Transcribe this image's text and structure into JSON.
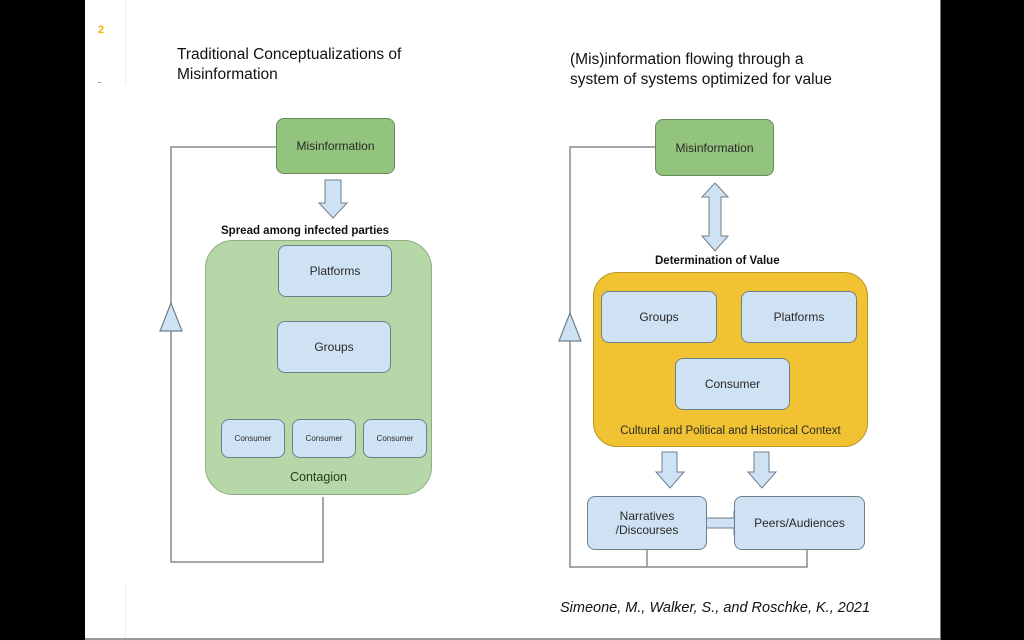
{
  "slide": {
    "number": "2",
    "citation": "Simeone, M., Walker, S., and Roschke, K., 2021"
  },
  "left_diagram": {
    "title_line1": "Traditional Conceptualizations of",
    "title_line2": "Misinformation",
    "source_node": "Misinformation",
    "spread_label": "Spread among  infected parties",
    "container_label": "Contagion",
    "nodes": {
      "platforms": "Platforms",
      "groups": "Groups",
      "consumers": [
        "Consumer",
        "Consumer",
        "Consumer"
      ]
    },
    "colors": {
      "container": "#b6d7a8",
      "source": "#93c47d",
      "node": "#cfe2f3"
    }
  },
  "right_diagram": {
    "title_line1": "(Mis)information flowing through a",
    "title_line2": "system of systems optimized for value",
    "source_node": "Misinformation",
    "value_label": "Determination of Value",
    "container_label": "Cultural and Political and Historical Context",
    "nodes": {
      "groups": "Groups",
      "platforms": "Platforms",
      "consumer": "Consumer",
      "narratives_line1": "Narratives",
      "narratives_line2": "/Discourses",
      "peers": "Peers/Audiences"
    },
    "colors": {
      "container": "#f1c232",
      "source": "#93c47d",
      "node": "#cfe2f3"
    }
  }
}
